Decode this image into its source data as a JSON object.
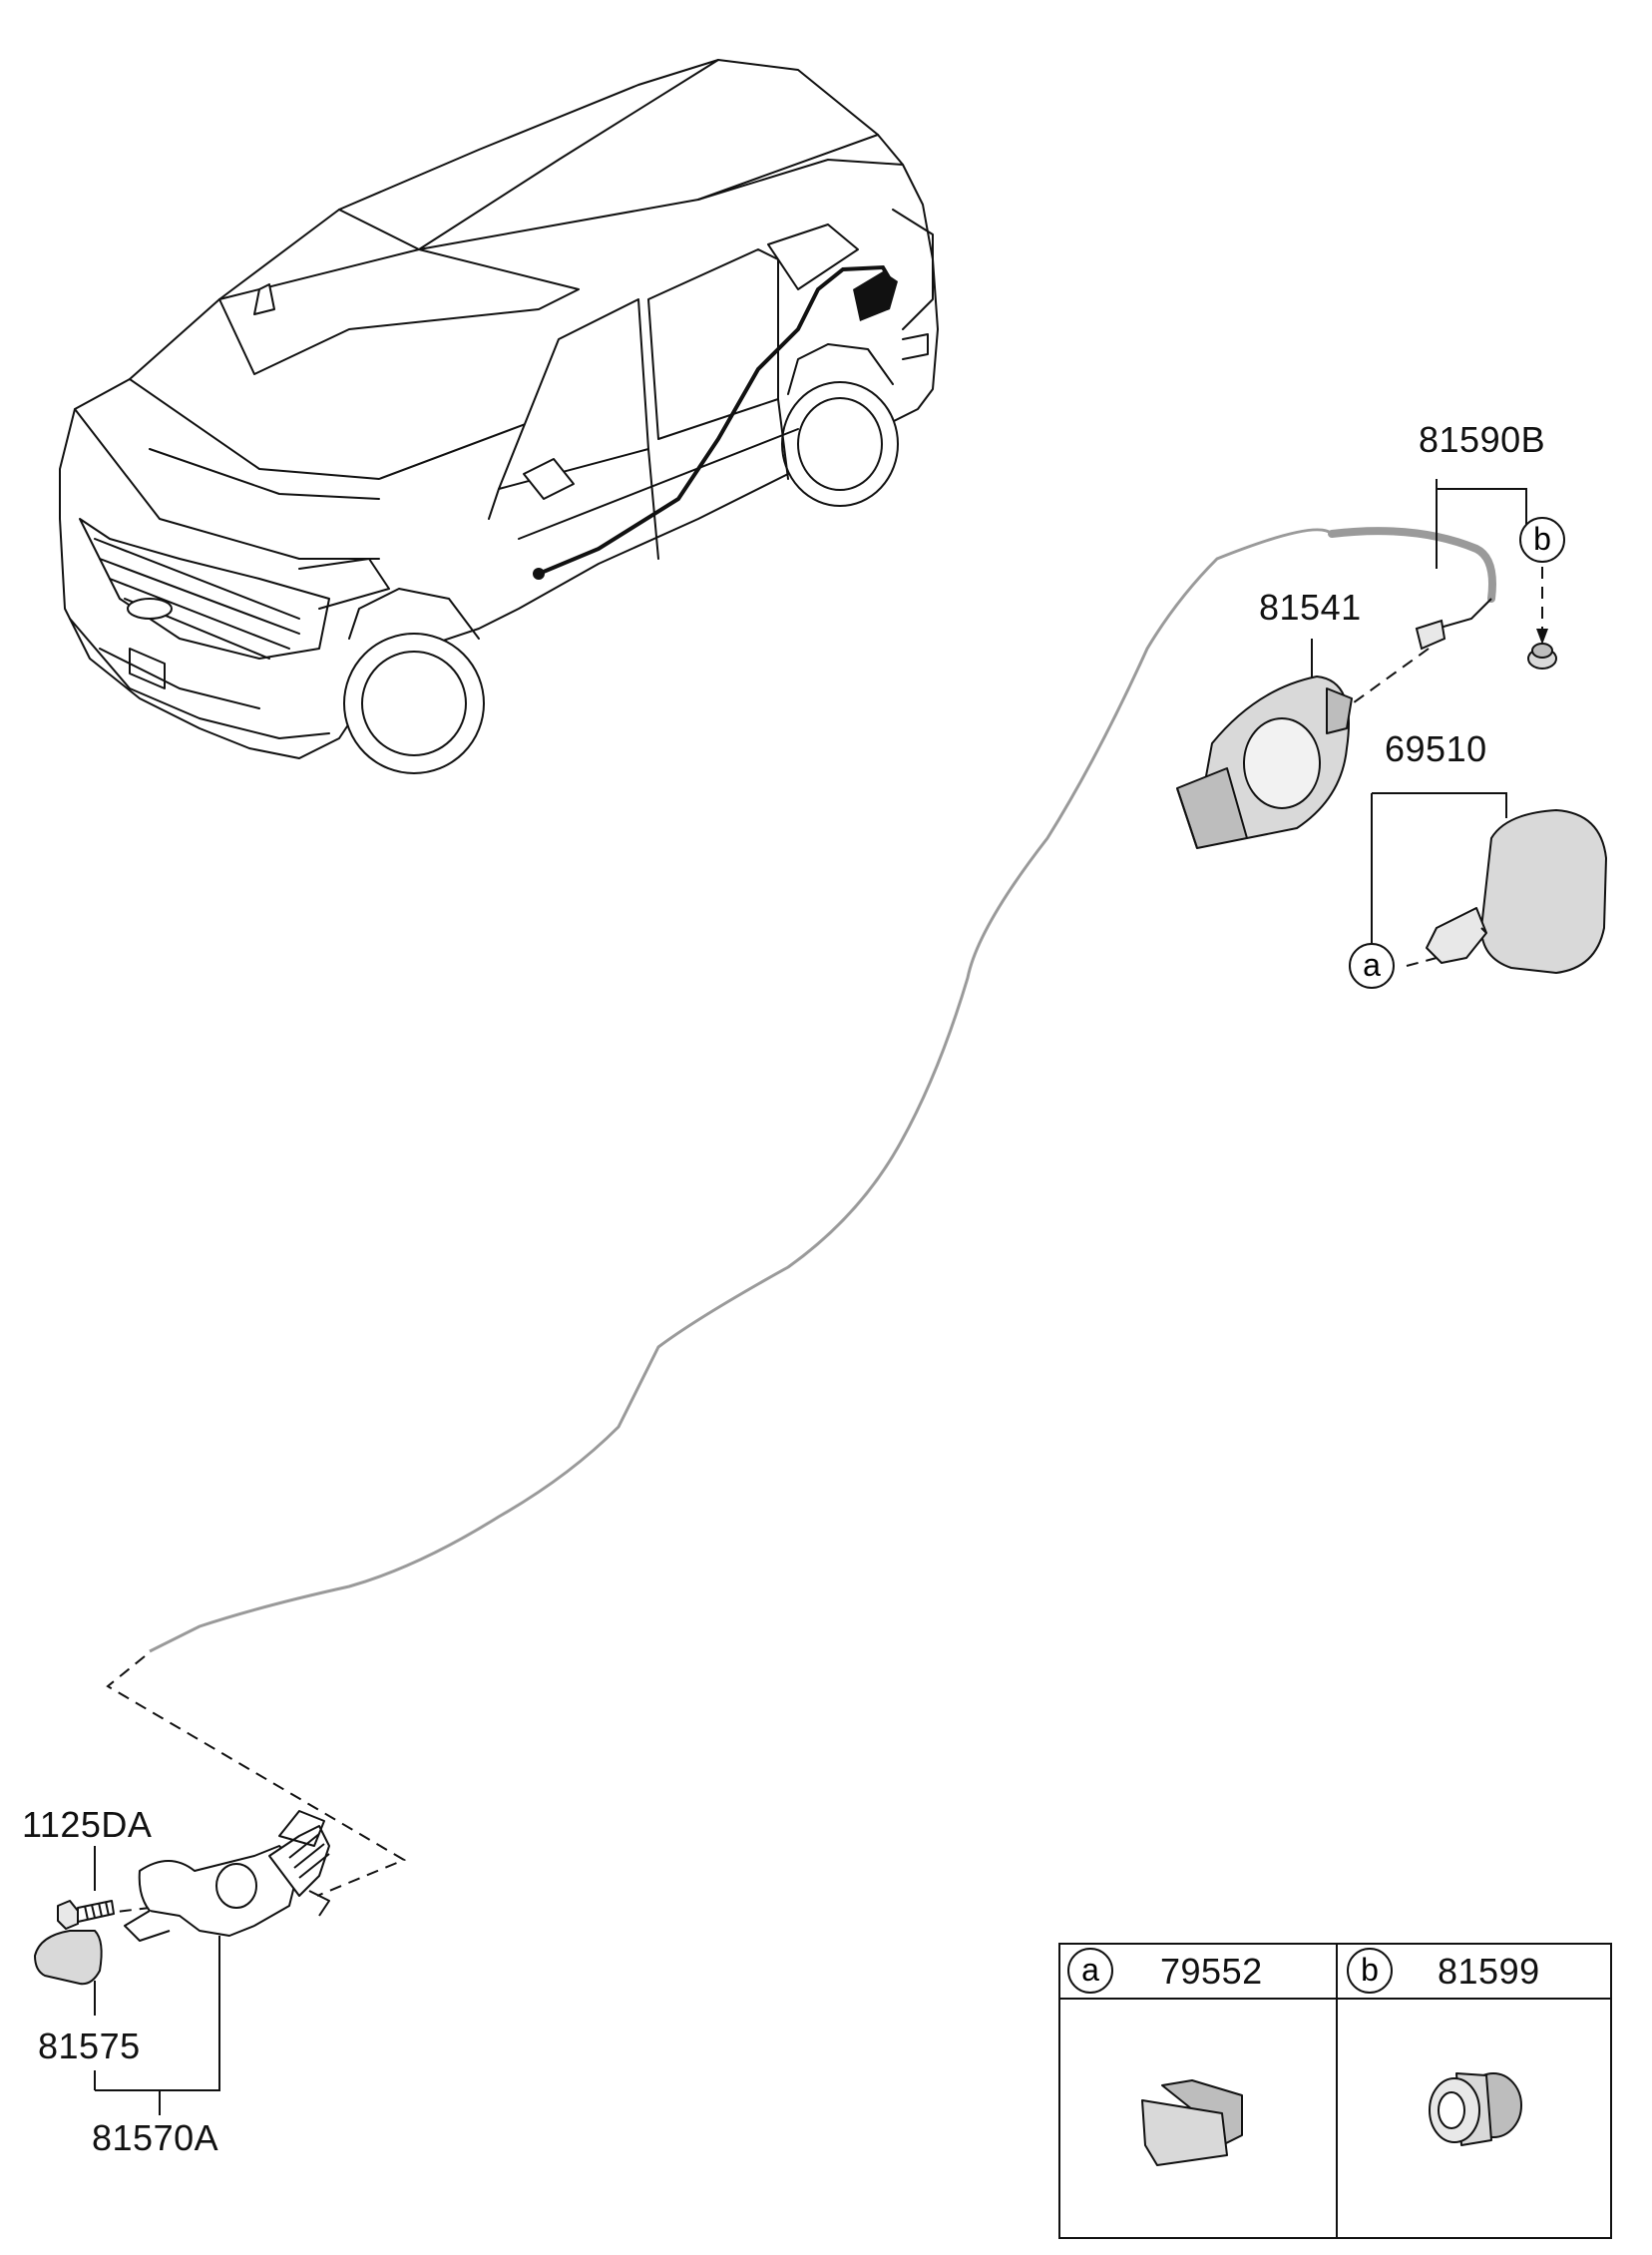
{
  "part_numbers": {
    "cable_assembly": "81590B",
    "fuel_filler_housing": "81541",
    "fuel_filler_door": "69510",
    "bolt": "1125DA",
    "cap": "81575",
    "latch_assembly": "81570A"
  },
  "reference_markers": {
    "a": "a",
    "b": "b"
  },
  "legend_table": {
    "cells": [
      {
        "marker": "a",
        "part": "79552",
        "icon": "clip-icon"
      },
      {
        "marker": "b",
        "part": "81599",
        "icon": "grommet-icon"
      }
    ]
  },
  "colors": {
    "line": "#111111",
    "part_fill": "#d9d9d9",
    "part_shade": "#bdbdbd",
    "cable": "#9a9a9a"
  }
}
